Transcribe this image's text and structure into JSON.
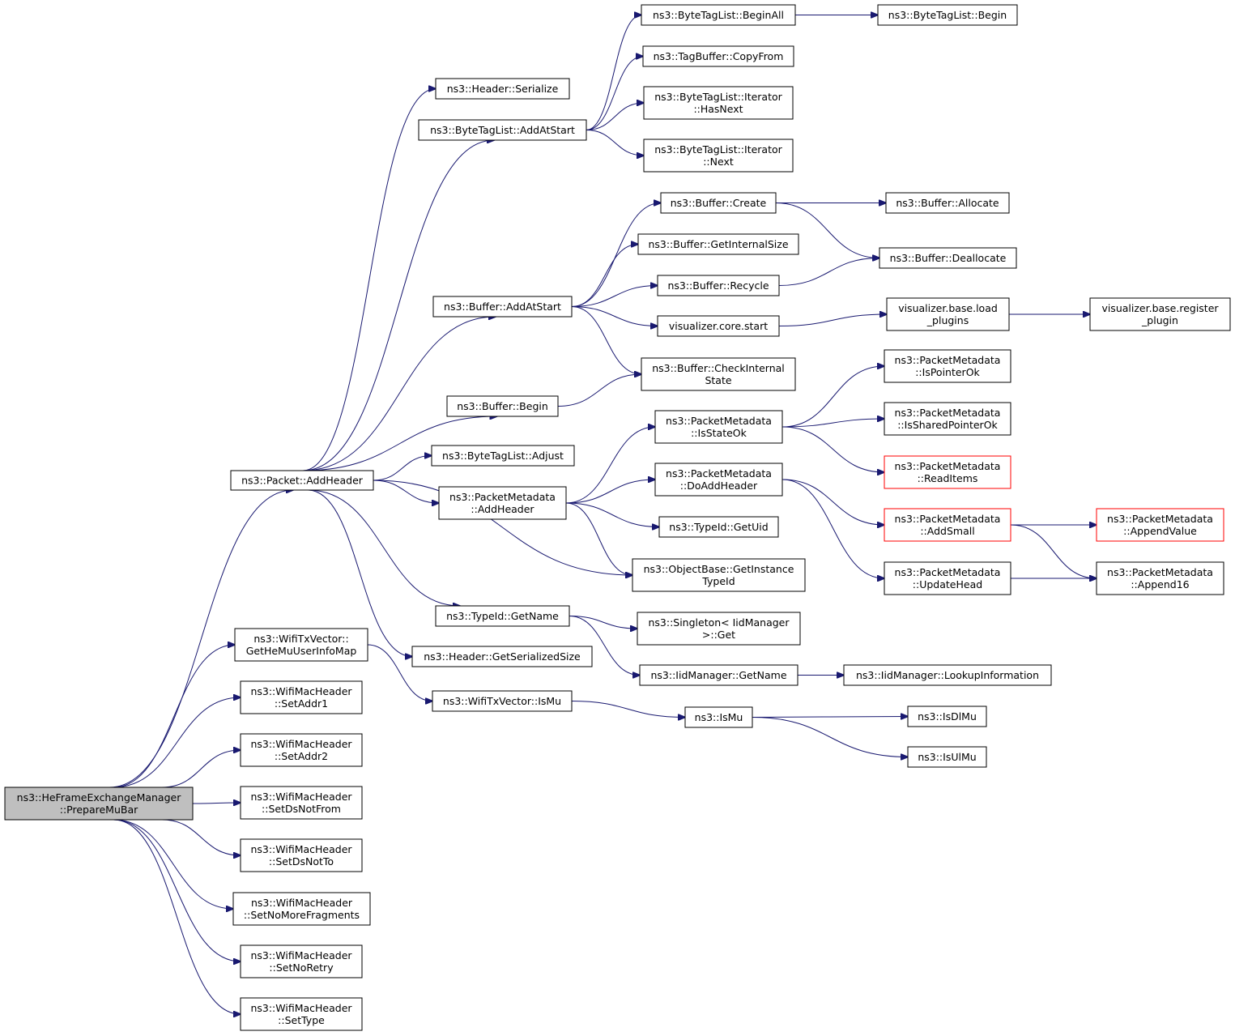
{
  "colors": {
    "edge": "#191970",
    "border": "#000000",
    "border_incomplete": "#ff0000",
    "root_fill": "#bfbfbf",
    "fill": "#ffffff"
  },
  "nodes": [
    {
      "id": "root",
      "lines": [
        "ns3::HeFrameExchangeManager",
        "::PrepareMuBar"
      ],
      "root": true
    },
    {
      "id": "addheader",
      "lines": [
        "ns3::Packet::AddHeader"
      ]
    },
    {
      "id": "getheMu",
      "lines": [
        "ns3::WifiTxVector::",
        "GetHeMuUserInfoMap"
      ]
    },
    {
      "id": "setaddr1",
      "lines": [
        "ns3::WifiMacHeader",
        "::SetAddr1"
      ]
    },
    {
      "id": "setaddr2",
      "lines": [
        "ns3::WifiMacHeader",
        "::SetAddr2"
      ]
    },
    {
      "id": "setdsnotfrom",
      "lines": [
        "ns3::WifiMacHeader",
        "::SetDsNotFrom"
      ]
    },
    {
      "id": "setdsnotto",
      "lines": [
        "ns3::WifiMacHeader",
        "::SetDsNotTo"
      ]
    },
    {
      "id": "setnomorefrag",
      "lines": [
        "ns3::WifiMacHeader",
        "::SetNoMoreFragments"
      ]
    },
    {
      "id": "setnoretry",
      "lines": [
        "ns3::WifiMacHeader",
        "::SetNoRetry"
      ]
    },
    {
      "id": "settype",
      "lines": [
        "ns3::WifiMacHeader",
        "::SetType"
      ]
    },
    {
      "id": "hdrserialize",
      "lines": [
        "ns3::Header::Serialize"
      ]
    },
    {
      "id": "btlAddAtStart",
      "lines": [
        "ns3::ByteTagList::AddAtStart"
      ]
    },
    {
      "id": "bufAddAtStart",
      "lines": [
        "ns3::Buffer::AddAtStart"
      ]
    },
    {
      "id": "bufBegin",
      "lines": [
        "ns3::Buffer::Begin"
      ]
    },
    {
      "id": "btlAdjust",
      "lines": [
        "ns3::ByteTagList::Adjust"
      ]
    },
    {
      "id": "pmAddHeader",
      "lines": [
        "ns3::PacketMetadata",
        "::AddHeader"
      ]
    },
    {
      "id": "typeidGetName",
      "lines": [
        "ns3::TypeId::GetName"
      ]
    },
    {
      "id": "hdrGetSerSize",
      "lines": [
        "ns3::Header::GetSerializedSize"
      ]
    },
    {
      "id": "wtxIsMu",
      "lines": [
        "ns3::WifiTxVector::IsMu"
      ]
    },
    {
      "id": "btlBeginAll",
      "lines": [
        "ns3::ByteTagList::BeginAll"
      ]
    },
    {
      "id": "tagCopyFrom",
      "lines": [
        "ns3::TagBuffer::CopyFrom"
      ]
    },
    {
      "id": "btlItHasNext",
      "lines": [
        "ns3::ByteTagList::Iterator",
        "::HasNext"
      ]
    },
    {
      "id": "btlItNext",
      "lines": [
        "ns3::ByteTagList::Iterator",
        "::Next"
      ]
    },
    {
      "id": "btlBegin",
      "lines": [
        "ns3::ByteTagList::Begin"
      ]
    },
    {
      "id": "bufCreate",
      "lines": [
        "ns3::Buffer::Create"
      ]
    },
    {
      "id": "bufGetInternalSize",
      "lines": [
        "ns3::Buffer::GetInternalSize"
      ]
    },
    {
      "id": "bufRecycle",
      "lines": [
        "ns3::Buffer::Recycle"
      ]
    },
    {
      "id": "vizCoreStart",
      "lines": [
        "visualizer.core.start"
      ]
    },
    {
      "id": "bufCheckInternal",
      "lines": [
        "ns3::Buffer::CheckInternal",
        "State"
      ]
    },
    {
      "id": "bufAllocate",
      "lines": [
        "ns3::Buffer::Allocate"
      ]
    },
    {
      "id": "bufDeallocate",
      "lines": [
        "ns3::Buffer::Deallocate"
      ]
    },
    {
      "id": "vizLoadPlugins",
      "lines": [
        "visualizer.base.load",
        "_plugins"
      ]
    },
    {
      "id": "vizRegisterPlugin",
      "lines": [
        "visualizer.base.register",
        "_plugin"
      ]
    },
    {
      "id": "pmIsStateOk",
      "lines": [
        "ns3::PacketMetadata",
        "::IsStateOk"
      ]
    },
    {
      "id": "pmDoAddHeader",
      "lines": [
        "ns3::PacketMetadata",
        "::DoAddHeader"
      ]
    },
    {
      "id": "typeidGetUid",
      "lines": [
        "ns3::TypeId::GetUid"
      ]
    },
    {
      "id": "objGetInstance",
      "lines": [
        "ns3::ObjectBase::GetInstance",
        "TypeId"
      ]
    },
    {
      "id": "singletonGet",
      "lines": [
        "ns3::Singleton< IidManager",
        ">::Get"
      ]
    },
    {
      "id": "iidGetName",
      "lines": [
        "ns3::IidManager::GetName"
      ]
    },
    {
      "id": "iidLookup",
      "lines": [
        "ns3::IidManager::LookupInformation"
      ]
    },
    {
      "id": "isMu",
      "lines": [
        "ns3::IsMu"
      ]
    },
    {
      "id": "isDlMu",
      "lines": [
        "ns3::IsDlMu"
      ]
    },
    {
      "id": "isUlMu",
      "lines": [
        "ns3::IsUlMu"
      ]
    },
    {
      "id": "pmIsPointerOk",
      "lines": [
        "ns3::PacketMetadata",
        "::IsPointerOk"
      ]
    },
    {
      "id": "pmIsSharedPointerOk",
      "lines": [
        "ns3::PacketMetadata",
        "::IsSharedPointerOk"
      ]
    },
    {
      "id": "pmReadItems",
      "lines": [
        "ns3::PacketMetadata",
        "::ReadItems"
      ],
      "incomplete": true
    },
    {
      "id": "pmAddSmall",
      "lines": [
        "ns3::PacketMetadata",
        "::AddSmall"
      ],
      "incomplete": true
    },
    {
      "id": "pmUpdateHead",
      "lines": [
        "ns3::PacketMetadata",
        "::UpdateHead"
      ]
    },
    {
      "id": "pmAppendValue",
      "lines": [
        "ns3::PacketMetadata",
        "::AppendValue"
      ],
      "incomplete": true
    },
    {
      "id": "pmAppend16",
      "lines": [
        "ns3::PacketMetadata",
        "::Append16"
      ]
    }
  ],
  "edges": [
    [
      "root",
      "addheader"
    ],
    [
      "root",
      "getheMu"
    ],
    [
      "root",
      "setaddr1"
    ],
    [
      "root",
      "setaddr2"
    ],
    [
      "root",
      "setdsnotfrom"
    ],
    [
      "root",
      "setdsnotto"
    ],
    [
      "root",
      "setnomorefrag"
    ],
    [
      "root",
      "setnoretry"
    ],
    [
      "root",
      "settype"
    ],
    [
      "addheader",
      "hdrserialize"
    ],
    [
      "addheader",
      "btlAddAtStart"
    ],
    [
      "addheader",
      "bufAddAtStart"
    ],
    [
      "addheader",
      "bufBegin"
    ],
    [
      "addheader",
      "btlAdjust"
    ],
    [
      "addheader",
      "pmAddHeader"
    ],
    [
      "addheader",
      "objGetInstance"
    ],
    [
      "addheader",
      "typeidGetName"
    ],
    [
      "addheader",
      "hdrGetSerSize"
    ],
    [
      "getheMu",
      "wtxIsMu"
    ],
    [
      "btlAddAtStart",
      "btlBeginAll"
    ],
    [
      "btlAddAtStart",
      "tagCopyFrom"
    ],
    [
      "btlAddAtStart",
      "btlItHasNext"
    ],
    [
      "btlAddAtStart",
      "btlItNext"
    ],
    [
      "btlBeginAll",
      "btlBegin"
    ],
    [
      "bufAddAtStart",
      "bufCreate"
    ],
    [
      "bufAddAtStart",
      "bufGetInternalSize"
    ],
    [
      "bufAddAtStart",
      "bufRecycle"
    ],
    [
      "bufAddAtStart",
      "vizCoreStart"
    ],
    [
      "bufAddAtStart",
      "bufCheckInternal"
    ],
    [
      "bufBegin",
      "bufCheckInternal"
    ],
    [
      "bufCreate",
      "bufAllocate"
    ],
    [
      "bufCreate",
      "bufDeallocate"
    ],
    [
      "bufRecycle",
      "bufDeallocate"
    ],
    [
      "vizCoreStart",
      "vizLoadPlugins"
    ],
    [
      "vizLoadPlugins",
      "vizRegisterPlugin"
    ],
    [
      "pmAddHeader",
      "pmIsStateOk"
    ],
    [
      "pmAddHeader",
      "pmDoAddHeader"
    ],
    [
      "pmAddHeader",
      "typeidGetUid"
    ],
    [
      "pmAddHeader",
      "objGetInstance"
    ],
    [
      "pmIsStateOk",
      "pmIsPointerOk"
    ],
    [
      "pmIsStateOk",
      "pmIsSharedPointerOk"
    ],
    [
      "pmIsStateOk",
      "pmReadItems"
    ],
    [
      "pmDoAddHeader",
      "pmAddSmall"
    ],
    [
      "pmDoAddHeader",
      "pmUpdateHead"
    ],
    [
      "pmAddSmall",
      "pmAppendValue"
    ],
    [
      "pmAddSmall",
      "pmAppend16"
    ],
    [
      "pmUpdateHead",
      "pmAppend16"
    ],
    [
      "typeidGetName",
      "singletonGet"
    ],
    [
      "typeidGetName",
      "iidGetName"
    ],
    [
      "iidGetName",
      "iidLookup"
    ],
    [
      "wtxIsMu",
      "isMu"
    ],
    [
      "isMu",
      "isDlMu"
    ],
    [
      "isMu",
      "isUlMu"
    ]
  ]
}
